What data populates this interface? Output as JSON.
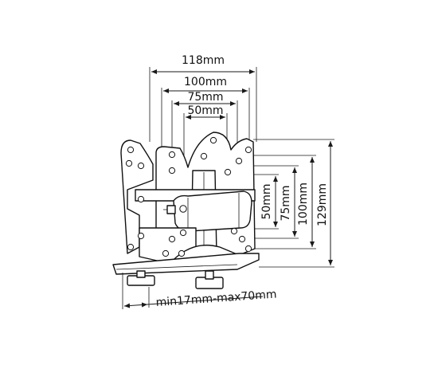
{
  "dimensions": {
    "width_118": "118mm",
    "width_100": "100mm",
    "width_75": "75mm",
    "width_50": "50mm",
    "height_50": "50mm",
    "height_75": "75mm",
    "height_100": "100mm",
    "height_129": "129mm",
    "clamp_range": "min17mm-max70mm"
  }
}
